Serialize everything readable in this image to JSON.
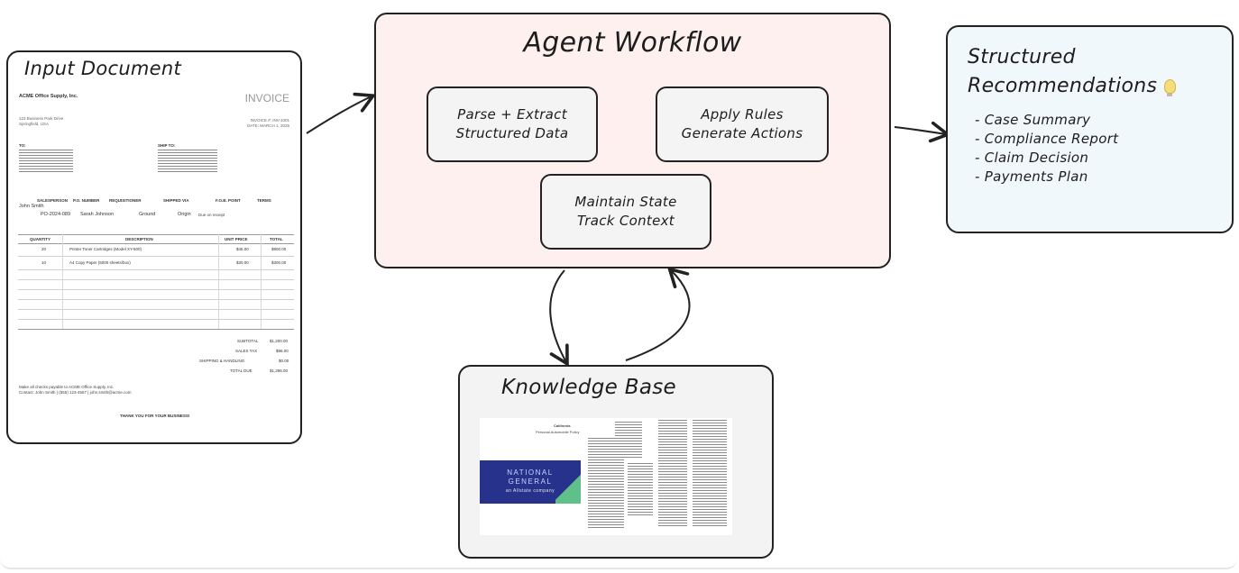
{
  "input_document": {
    "title": "Input Document",
    "invoice": {
      "company": "ACME Office Supply, Inc.",
      "heading": "INVOICE",
      "address": "123 Business Park Drive",
      "city": "Springfield, USA",
      "invoice_number": "INVOICE #: INV-1001",
      "date": "DATE: MARCH 1, 2025",
      "to_label": "TO:",
      "ship_to_label": "SHIP TO:",
      "columns_meta": [
        "SALESPERSON",
        "P.O. NUMBER",
        "REQUISITIONER",
        "SHIPPED VIA",
        "F.O.B. POINT",
        "TERMS"
      ],
      "salesperson": "John Smith",
      "po_number": "PO-2024-089",
      "requisitioner": "Sarah Johnson",
      "shipped_via": "Ground",
      "fob_point": "Origin",
      "terms": "Due on receipt",
      "line_columns": [
        "QUANTITY",
        "DESCRIPTION",
        "UNIT PRICE",
        "TOTAL"
      ],
      "lines": [
        {
          "qty": "20",
          "desc": "Printer Toner Cartridges (Model XY-500)",
          "unit": "$45.00",
          "total": "$900.00"
        },
        {
          "qty": "10",
          "desc": "A4 Copy Paper (5000 sheets/box)",
          "unit": "$30.00",
          "total": "$300.00"
        }
      ],
      "totals": [
        {
          "label": "SUBTOTAL",
          "value": "$1,200.00"
        },
        {
          "label": "SALES TAX",
          "value": "$96.00"
        },
        {
          "label": "SHIPPING & HANDLING",
          "value": "$0.00"
        },
        {
          "label": "TOTAL DUE",
          "value": "$1,296.00"
        }
      ],
      "footer_note": "Make all checks payable to ACME Office Supply, Inc.",
      "footer_contact": "Contact: John Smith | (555) 123-4567 | john.smith@acme.com",
      "thanks": "THANK YOU FOR YOUR BUSINESS!"
    }
  },
  "agent_workflow": {
    "title": "Agent Workflow",
    "steps": [
      {
        "line1": "Parse + Extract",
        "line2": "Structured Data"
      },
      {
        "line1": "Apply Rules",
        "line2": "Generate Actions"
      },
      {
        "line1": "Maintain State",
        "line2": "Track Context"
      }
    ]
  },
  "recommendations": {
    "title_line1": "Structured",
    "title_line2": "Recommendations",
    "icon": "lightbulb-icon",
    "items": [
      "- Case Summary",
      "- Compliance Report",
      "- Claim Decision",
      "- Payments Plan"
    ]
  },
  "knowledge_base": {
    "title": "Knowledge Base",
    "brand_line1": "NATIONAL",
    "brand_line2": "GENERAL",
    "brand_sub": "an Allstate company",
    "doc_heading": "California",
    "doc_subheading": "Personal Automobile Policy"
  }
}
